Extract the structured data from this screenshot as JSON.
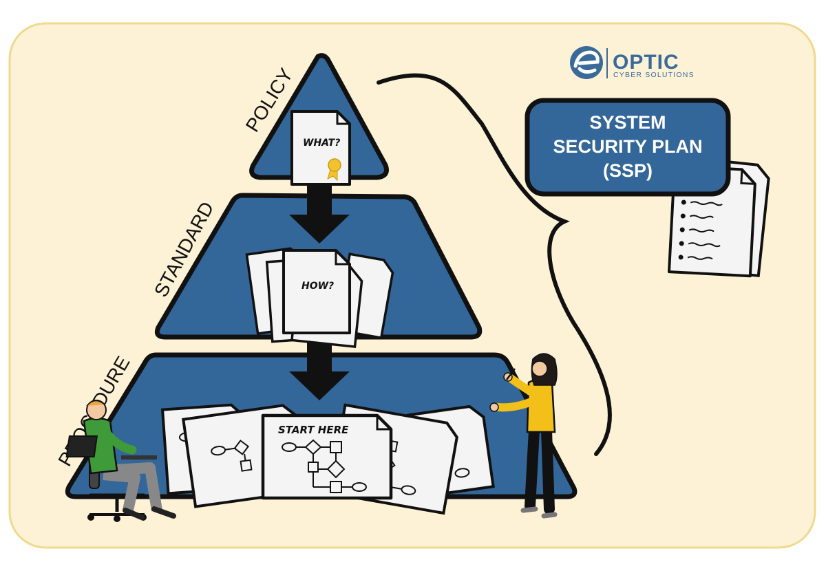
{
  "logo": {
    "name": "OPTIC",
    "tagline": "CYBER SOLUTIONS",
    "color": "#3a6a9a"
  },
  "colors": {
    "background": "#fdf2d6",
    "tier_fill": "#336699",
    "outline": "#111111",
    "paper": "#f4f4f4",
    "ribbon": "#f2c230",
    "person_man_shirt": "#3f9a3a",
    "person_woman_shirt": "#f2c018"
  },
  "tiers": {
    "policy": {
      "label": "POLICY",
      "doc_text": "WHAT?"
    },
    "standard": {
      "label": "STANDARD",
      "doc_text": "HOW?"
    },
    "procedure": {
      "label": "PROCEDURE",
      "doc_text": "START HERE"
    }
  },
  "ssp": {
    "line1": "SYSTEM",
    "line2": "SECURITY PLAN",
    "line3": "(SSP)"
  },
  "icons": [
    "optic-logo-icon",
    "down-arrow-icon",
    "document-icon",
    "flowchart-document-icon",
    "ribbon-seal-icon",
    "person-at-laptop-icon",
    "person-presenting-icon"
  ]
}
